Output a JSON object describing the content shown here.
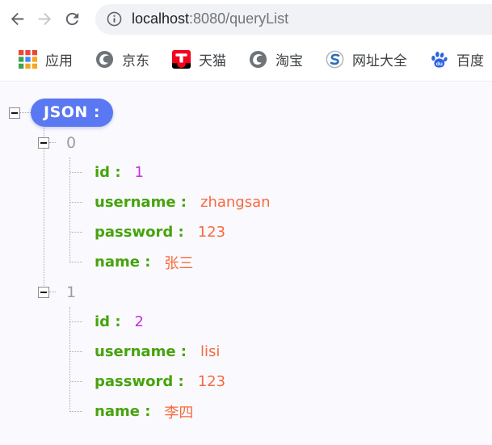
{
  "toolbar": {
    "url_host": "localhost",
    "url_path": ":8080/queryList"
  },
  "bookmarks": [
    {
      "label": "应用",
      "icon": "apps-grid-icon"
    },
    {
      "label": "京东",
      "icon": "globe-swirl-icon"
    },
    {
      "label": "天猫",
      "icon": "tmall-icon"
    },
    {
      "label": "淘宝",
      "icon": "globe-swirl-icon"
    },
    {
      "label": "网址大全",
      "icon": "sogou-s-icon"
    },
    {
      "label": "百度",
      "icon": "baidu-paw-icon"
    }
  ],
  "json_viewer": {
    "root_label": "JSON :",
    "nodes": [
      {
        "index": "0",
        "fields": [
          {
            "label": "id :",
            "value": "1",
            "type": "number"
          },
          {
            "label": "username :",
            "value": "zhangsan",
            "type": "string"
          },
          {
            "label": "password :",
            "value": "123",
            "type": "string"
          },
          {
            "label": "name :",
            "value": "张三",
            "type": "string"
          }
        ]
      },
      {
        "index": "1",
        "fields": [
          {
            "label": "id :",
            "value": "2",
            "type": "number"
          },
          {
            "label": "username :",
            "value": "lisi",
            "type": "string"
          },
          {
            "label": "password :",
            "value": "123",
            "type": "string"
          },
          {
            "label": "name :",
            "value": "李四",
            "type": "string"
          }
        ]
      }
    ]
  },
  "colors": {
    "pill-blue": "#5A78F2",
    "key-green": "#46A30C",
    "string-orange": "#F7693F",
    "number-purple": "#C62EE1",
    "index-gray": "#9C9CA4",
    "tree-line": "#ABABAB",
    "url-dark": "#202124",
    "url-gray": "#70757A",
    "page-bg": "#FAFAFE"
  }
}
